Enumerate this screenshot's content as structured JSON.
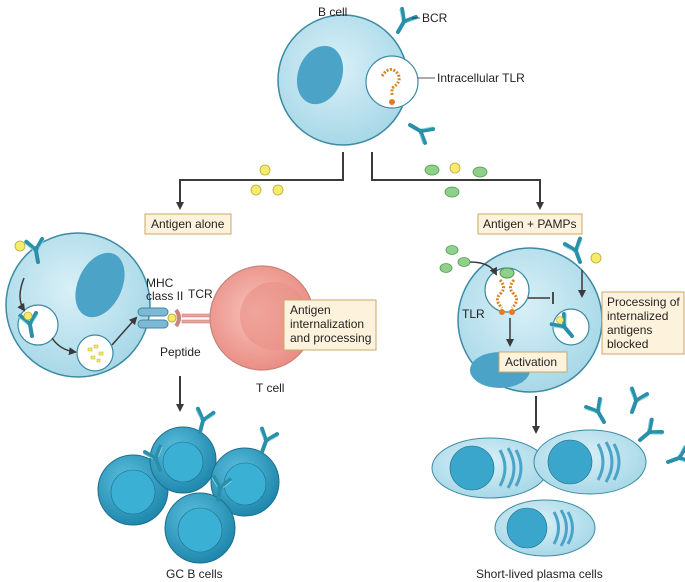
{
  "labels": {
    "b_cell": "B cell",
    "bcr": "BCR",
    "intracellular_tlr": "Intracellular TLR",
    "antigen_alone": "Antigen alone",
    "antigen_pamps": "Antigen + PAMPs",
    "mhc_1": "MHC",
    "mhc_2": "class II",
    "tcr": "TCR",
    "peptide": "Peptide",
    "t_cell": "T cell",
    "internalization_1": "Antigen",
    "internalization_2": "internalization",
    "internalization_3": "and processing",
    "tlr": "TLR",
    "activation": "Activation",
    "blocked_1": "Processing of",
    "blocked_2": "internalized",
    "blocked_3": "antigens",
    "blocked_4": "blocked",
    "gc_b_cells": "GC B cells",
    "plasma_cells": "Short-lived plasma cells"
  },
  "colors": {
    "cell_fill": "#bfe4ef",
    "cell_stroke": "#3c8aa3",
    "nucleus": "#4ba3c7",
    "receptor": "#2a8fa8",
    "antigen": "#f6ec6c",
    "pamp": "#8fd18a",
    "t_cell": "#f0a29a",
    "box_fill": "#fdf3dc",
    "box_stroke": "#c9a96a",
    "gc_cell": "#2f9cc0",
    "arrow": "#3a3a3a",
    "tlr": "#d8862a"
  }
}
